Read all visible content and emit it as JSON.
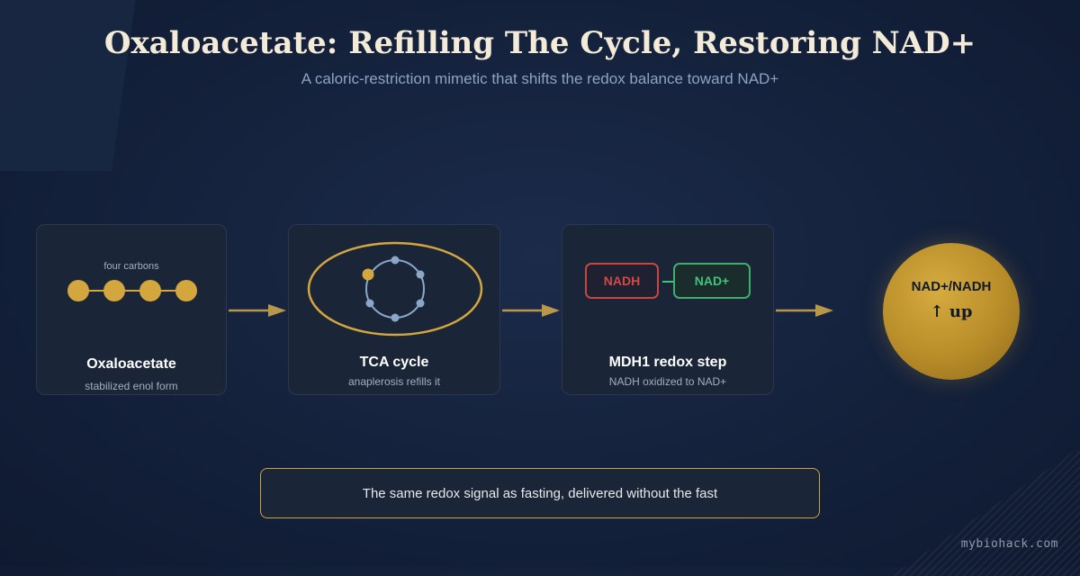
{
  "title": "Oxaloacetate: Refilling The Cycle, Restoring NAD+",
  "subtitle": "A caloric-restriction mimetic that shifts the redox balance toward NAD+",
  "steps": [
    {
      "title": "Oxaloacetate",
      "subtitle": "stabilized enol form",
      "caption": "four carbons"
    },
    {
      "title": "TCA cycle",
      "subtitle": "anaplerosis refills it"
    },
    {
      "title": "MDH1 redox step",
      "subtitle": "NADH oxidized to NAD+",
      "from": "NADH",
      "to": "NAD+"
    }
  ],
  "result": {
    "label": "NAD+/NADH",
    "value": "↑ up"
  },
  "banner": "The same redox signal as fasting, delivered without the fast",
  "watermark": "mybiohack.com",
  "colors": {
    "gold": "#d3a73e",
    "nadh": "#d24a43",
    "nad_plus": "#3fc47c",
    "cycle": "#8aa7c9"
  },
  "icons": [
    "carbon-chain-icon",
    "tca-cycle-icon",
    "arrow-right-icon"
  ]
}
